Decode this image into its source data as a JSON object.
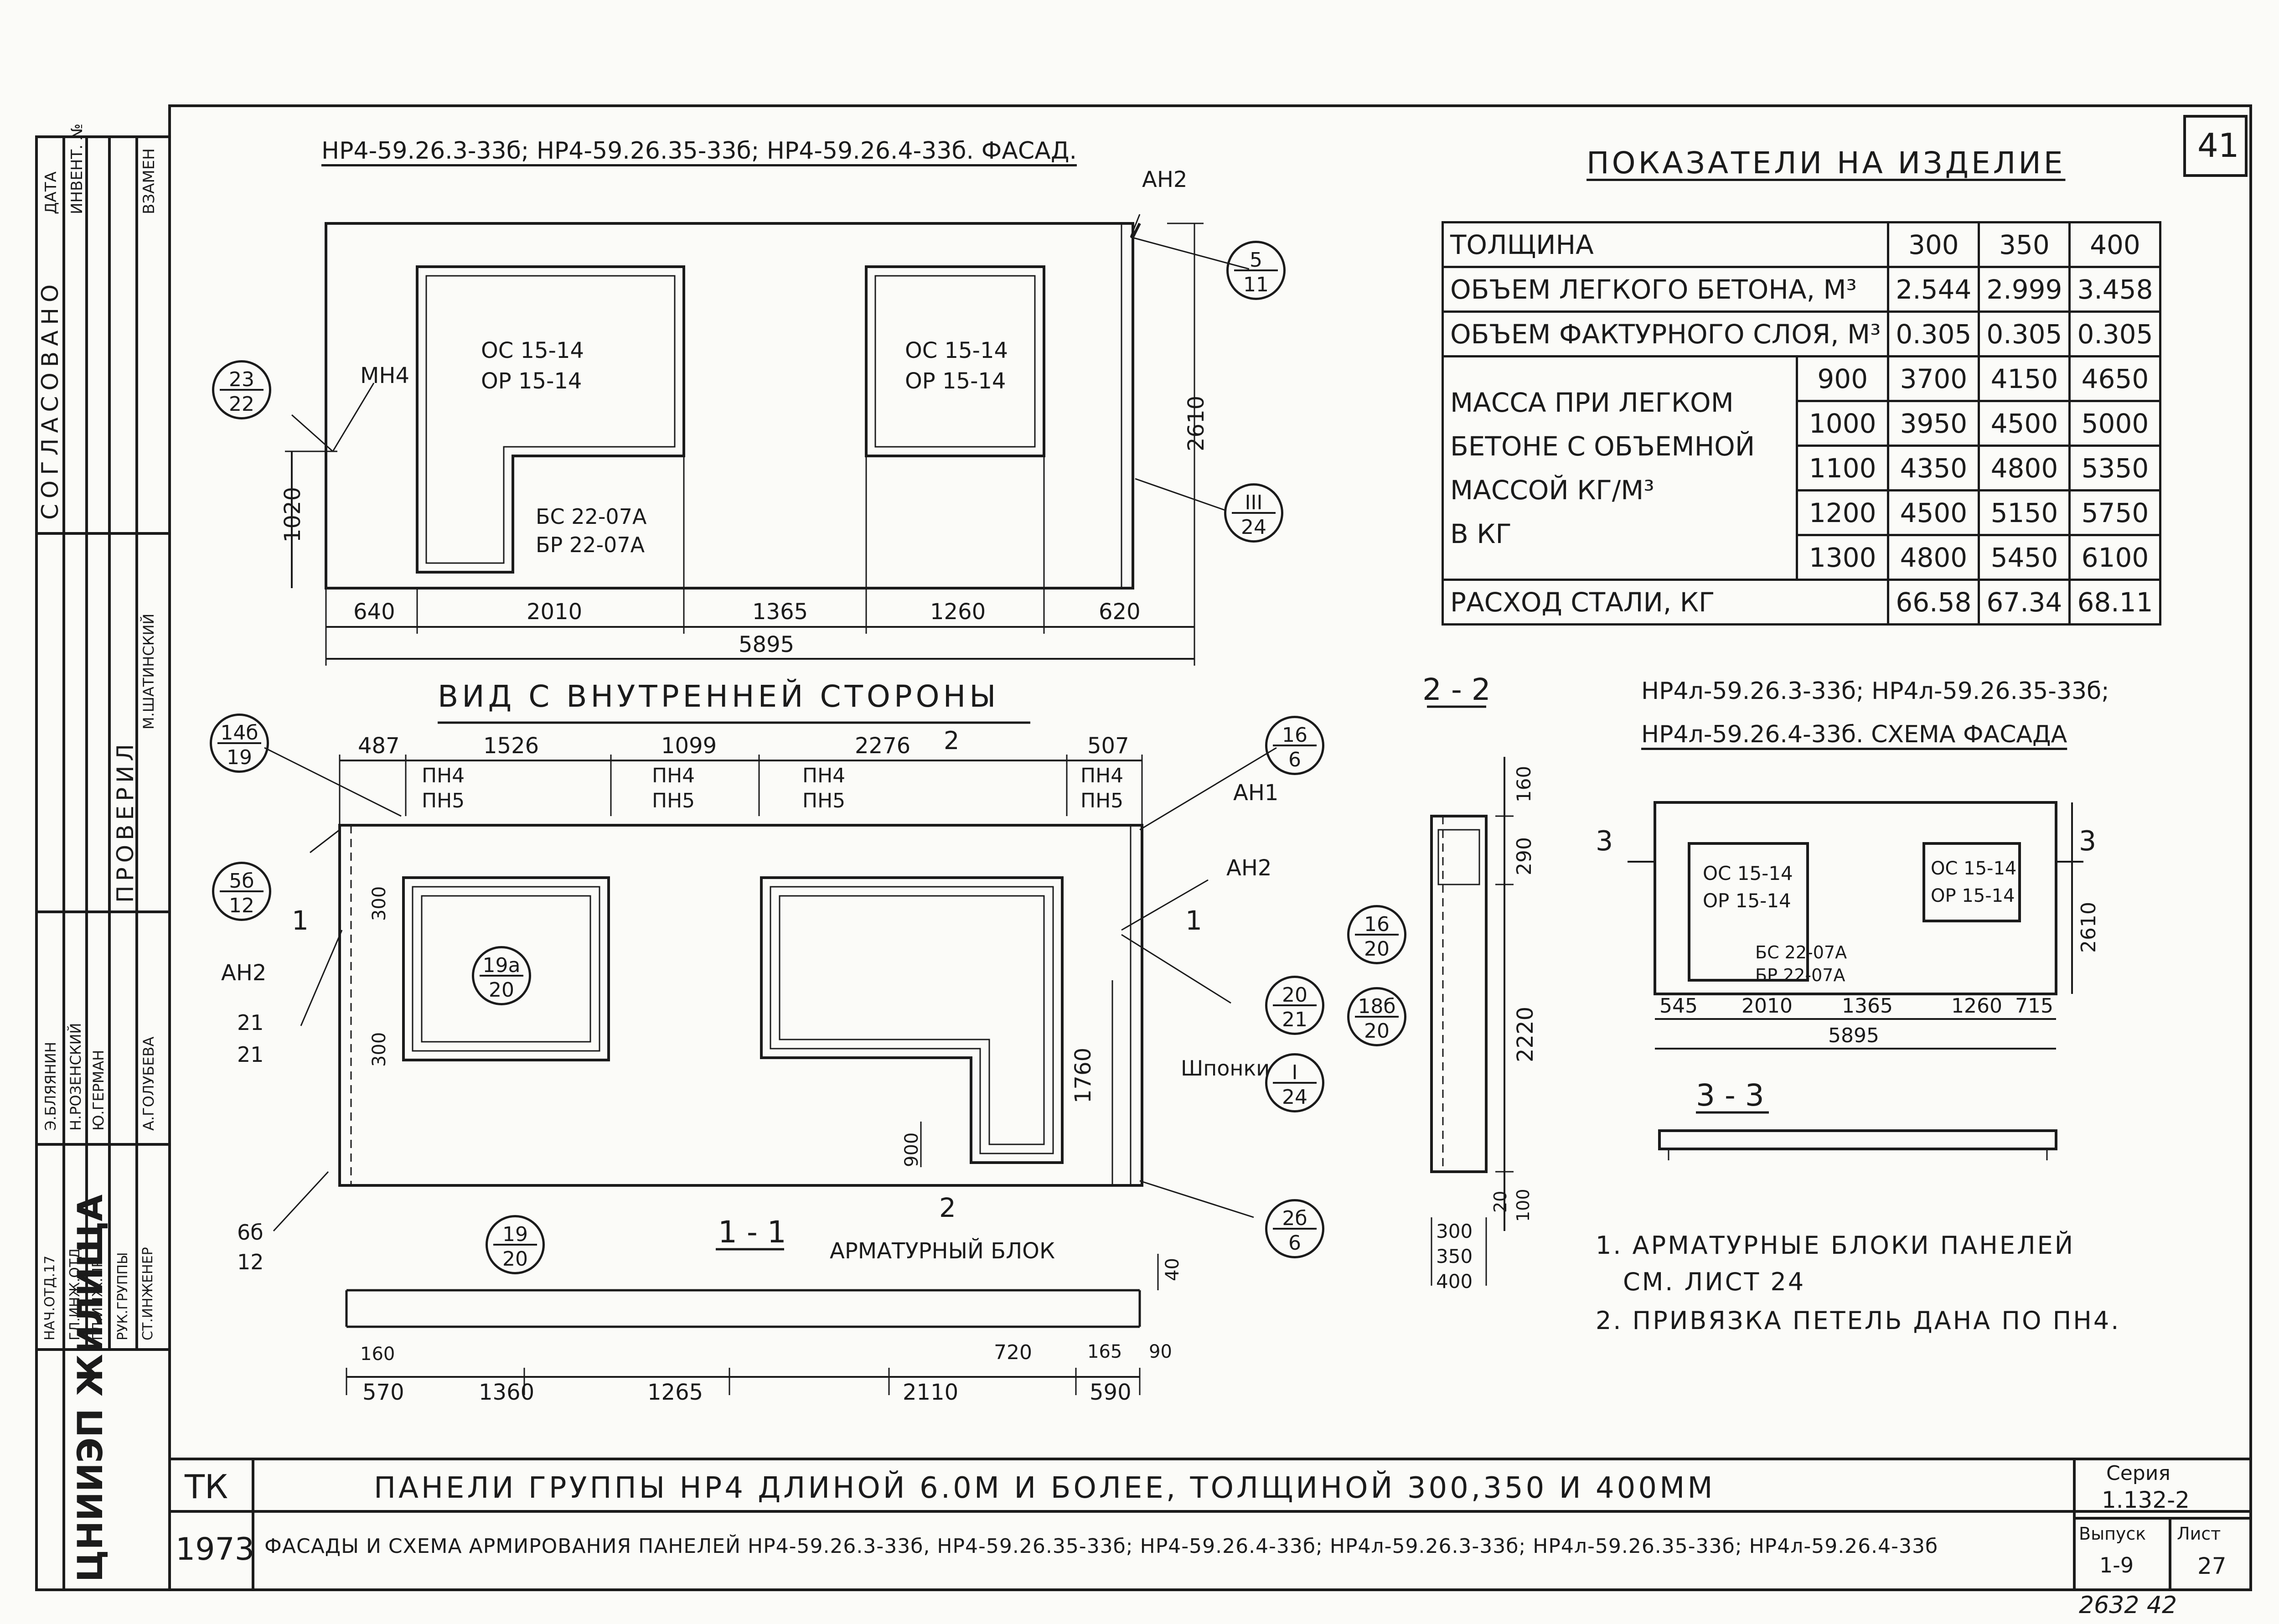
{
  "sheet_number": "41",
  "facade": {
    "title": "НР4-59.26.3-33б; НР4-59.26.35-33б; НР4-59.26.4-33б. ФАСАД.",
    "window_left": [
      "ОС 15-14",
      "ОР 15-14"
    ],
    "window_right": [
      "ОС 15-14",
      "ОР 15-14"
    ],
    "door": [
      "БС 22-07А",
      "БР 22-07А"
    ],
    "label_mn4": "МН4",
    "label_an2": "АН2",
    "height_2610": "2610",
    "height_1020": "1020",
    "dims": [
      "640",
      "2010",
      "1365",
      "1260",
      "620"
    ],
    "total": "5895",
    "bubbles": [
      [
        "23",
        "22"
      ],
      [
        "5",
        "11"
      ],
      [
        "III",
        "24"
      ]
    ]
  },
  "indicators": {
    "title": "ПОКАЗАТЕЛИ НА ИЗДЕЛИЕ",
    "thickness_label": "ТОЛЩИНА",
    "thickness": [
      "300",
      "350",
      "400"
    ],
    "volume_light_label": "ОБЪЕМ ЛЕГКОГО БЕТОНА, М³",
    "volume_light": [
      "2.544",
      "2.999",
      "3.458"
    ],
    "volume_facing_label": "ОБЪЕМ ФАКТУРНОГО СЛОЯ, М³",
    "volume_facing": [
      "0.305",
      "0.305",
      "0.305"
    ],
    "mass_label": [
      "МАССА ПРИ ЛЕГКОМ",
      "БЕТОНЕ С ОБЪЕМНОЙ",
      "МАССОЙ КГ/М³",
      "В КГ"
    ],
    "mass_rows": [
      {
        "density": "900",
        "values": [
          "3700",
          "4150",
          "4650"
        ]
      },
      {
        "density": "1000",
        "values": [
          "3950",
          "4500",
          "5000"
        ]
      },
      {
        "density": "1100",
        "values": [
          "4350",
          "4800",
          "5350"
        ]
      },
      {
        "density": "1200",
        "values": [
          "4500",
          "5150",
          "5750"
        ]
      },
      {
        "density": "1300",
        "values": [
          "4800",
          "5450",
          "6100"
        ]
      }
    ],
    "steel_label": "РАСХОД СТАЛИ, КГ",
    "steel": [
      "66.58",
      "67.34",
      "68.11"
    ]
  },
  "inner_view": {
    "title": "ВИД С ВНУТРЕННЕЙ СТОРОНЫ",
    "top_dims": [
      "487",
      "1526",
      "1099",
      "2276",
      "507"
    ],
    "loops": [
      "ПН4",
      "ПН5"
    ],
    "labels": {
      "an1": "АН1",
      "an2_right": "АН2",
      "an2_left": "АН2",
      "keys": "Шпонки",
      "mark": "1",
      "mark2": "2"
    },
    "dims_small": [
      "300",
      "300",
      "900",
      "1760"
    ],
    "bubbles": [
      [
        "14б",
        "19"
      ],
      [
        "5б",
        "12"
      ],
      [
        "21",
        "21"
      ],
      [
        "6б",
        "12"
      ],
      [
        "16",
        "6"
      ],
      [
        "20",
        "21"
      ],
      [
        "I",
        "24"
      ],
      [
        "2б",
        "6"
      ],
      [
        "19а",
        "20"
      ]
    ]
  },
  "section11": {
    "title": "1 - 1",
    "label": "АРМАТУРНЫЙ БЛОК",
    "bubble": [
      "19",
      "20"
    ],
    "dims_top": [
      "160",
      "720",
      "165",
      "90",
      "40"
    ],
    "dims": [
      "570",
      "1360",
      "1265",
      "2110",
      "590"
    ]
  },
  "section22": {
    "title": "2 - 2",
    "dims": [
      "160",
      "290",
      "2220",
      "20",
      "100"
    ],
    "thick": [
      "300",
      "350",
      "400"
    ],
    "bubbles": [
      [
        "16",
        "20"
      ],
      [
        "18б",
        "20"
      ]
    ]
  },
  "scheme": {
    "title1": "НР4л-59.26.3-33б; НР4л-59.26.35-33б;",
    "title2": "НР4л-59.26.4-33б. СХЕМА ФАСАДА",
    "window_left": [
      "ОС 15-14",
      "ОР 15-14"
    ],
    "window_right": [
      "ОС 15-14",
      "ОР 15-14"
    ],
    "door": [
      "БС 22-07А",
      "БР 22-07А"
    ],
    "height": "2610",
    "dims": [
      "545",
      "2010",
      "1365",
      "1260",
      "715"
    ],
    "total": "5895",
    "mark": "3",
    "section_title": "3 - 3"
  },
  "notes": [
    "1. АРМАТУРНЫЕ БЛОКИ ПАНЕЛЕЙ",
    "СМ. ЛИСТ 24",
    "2. ПРИВЯЗКА ПЕТЕЛЬ ДАНА ПО ПН4."
  ],
  "title_block": {
    "org": "ЦНИИЭП ЖИЛИЩА",
    "tk": "ТК",
    "year": "1973",
    "line1": "ПАНЕЛИ ГРУППЫ НР4 ДЛИНОЙ 6.0М И БОЛЕЕ, ТОЛЩИНОЙ 300,350 И 400ММ",
    "line2": "ФАСАДЫ И СХЕМА АРМИРОВАНИЯ ПАНЕЛЕЙ НР4-59.26.3-33б, НР4-59.26.35-33б; НР4-59.26.4-33б; НР4л-59.26.3-33б; НР4л-59.26.35-33б; НР4л-59.26.4-33б",
    "series_label": "Серия",
    "series": "1.132-2",
    "issue_label": "Выпуск",
    "issue": "1-9",
    "sheet_label": "Лист",
    "sheet": "27",
    "bottom_number": "2632 42"
  },
  "side_stamp": {
    "agreed": "СОГЛАСОВАНО",
    "checked": "ПРОВЕРИЛ",
    "cols": [
      "ДАТА",
      "ИНВЕНТ. №",
      "ВЗАМЕН"
    ],
    "names": [
      "Э.БЛЯЯНИН",
      "Н.РОЗЕНСКИЙ",
      "Ю.ГЕРМАН",
      "М.ШАТИНСКИЙ",
      "А.ГОЛУБЕВА"
    ],
    "roles": [
      "НАЧ.ОТД.17",
      "ГЛ.ИНЖ.ОТД.",
      "ГЛ.ИНЖ.ПР.",
      "РУК.ГРУППЫ",
      "СТ.ИНЖЕНЕР"
    ]
  }
}
